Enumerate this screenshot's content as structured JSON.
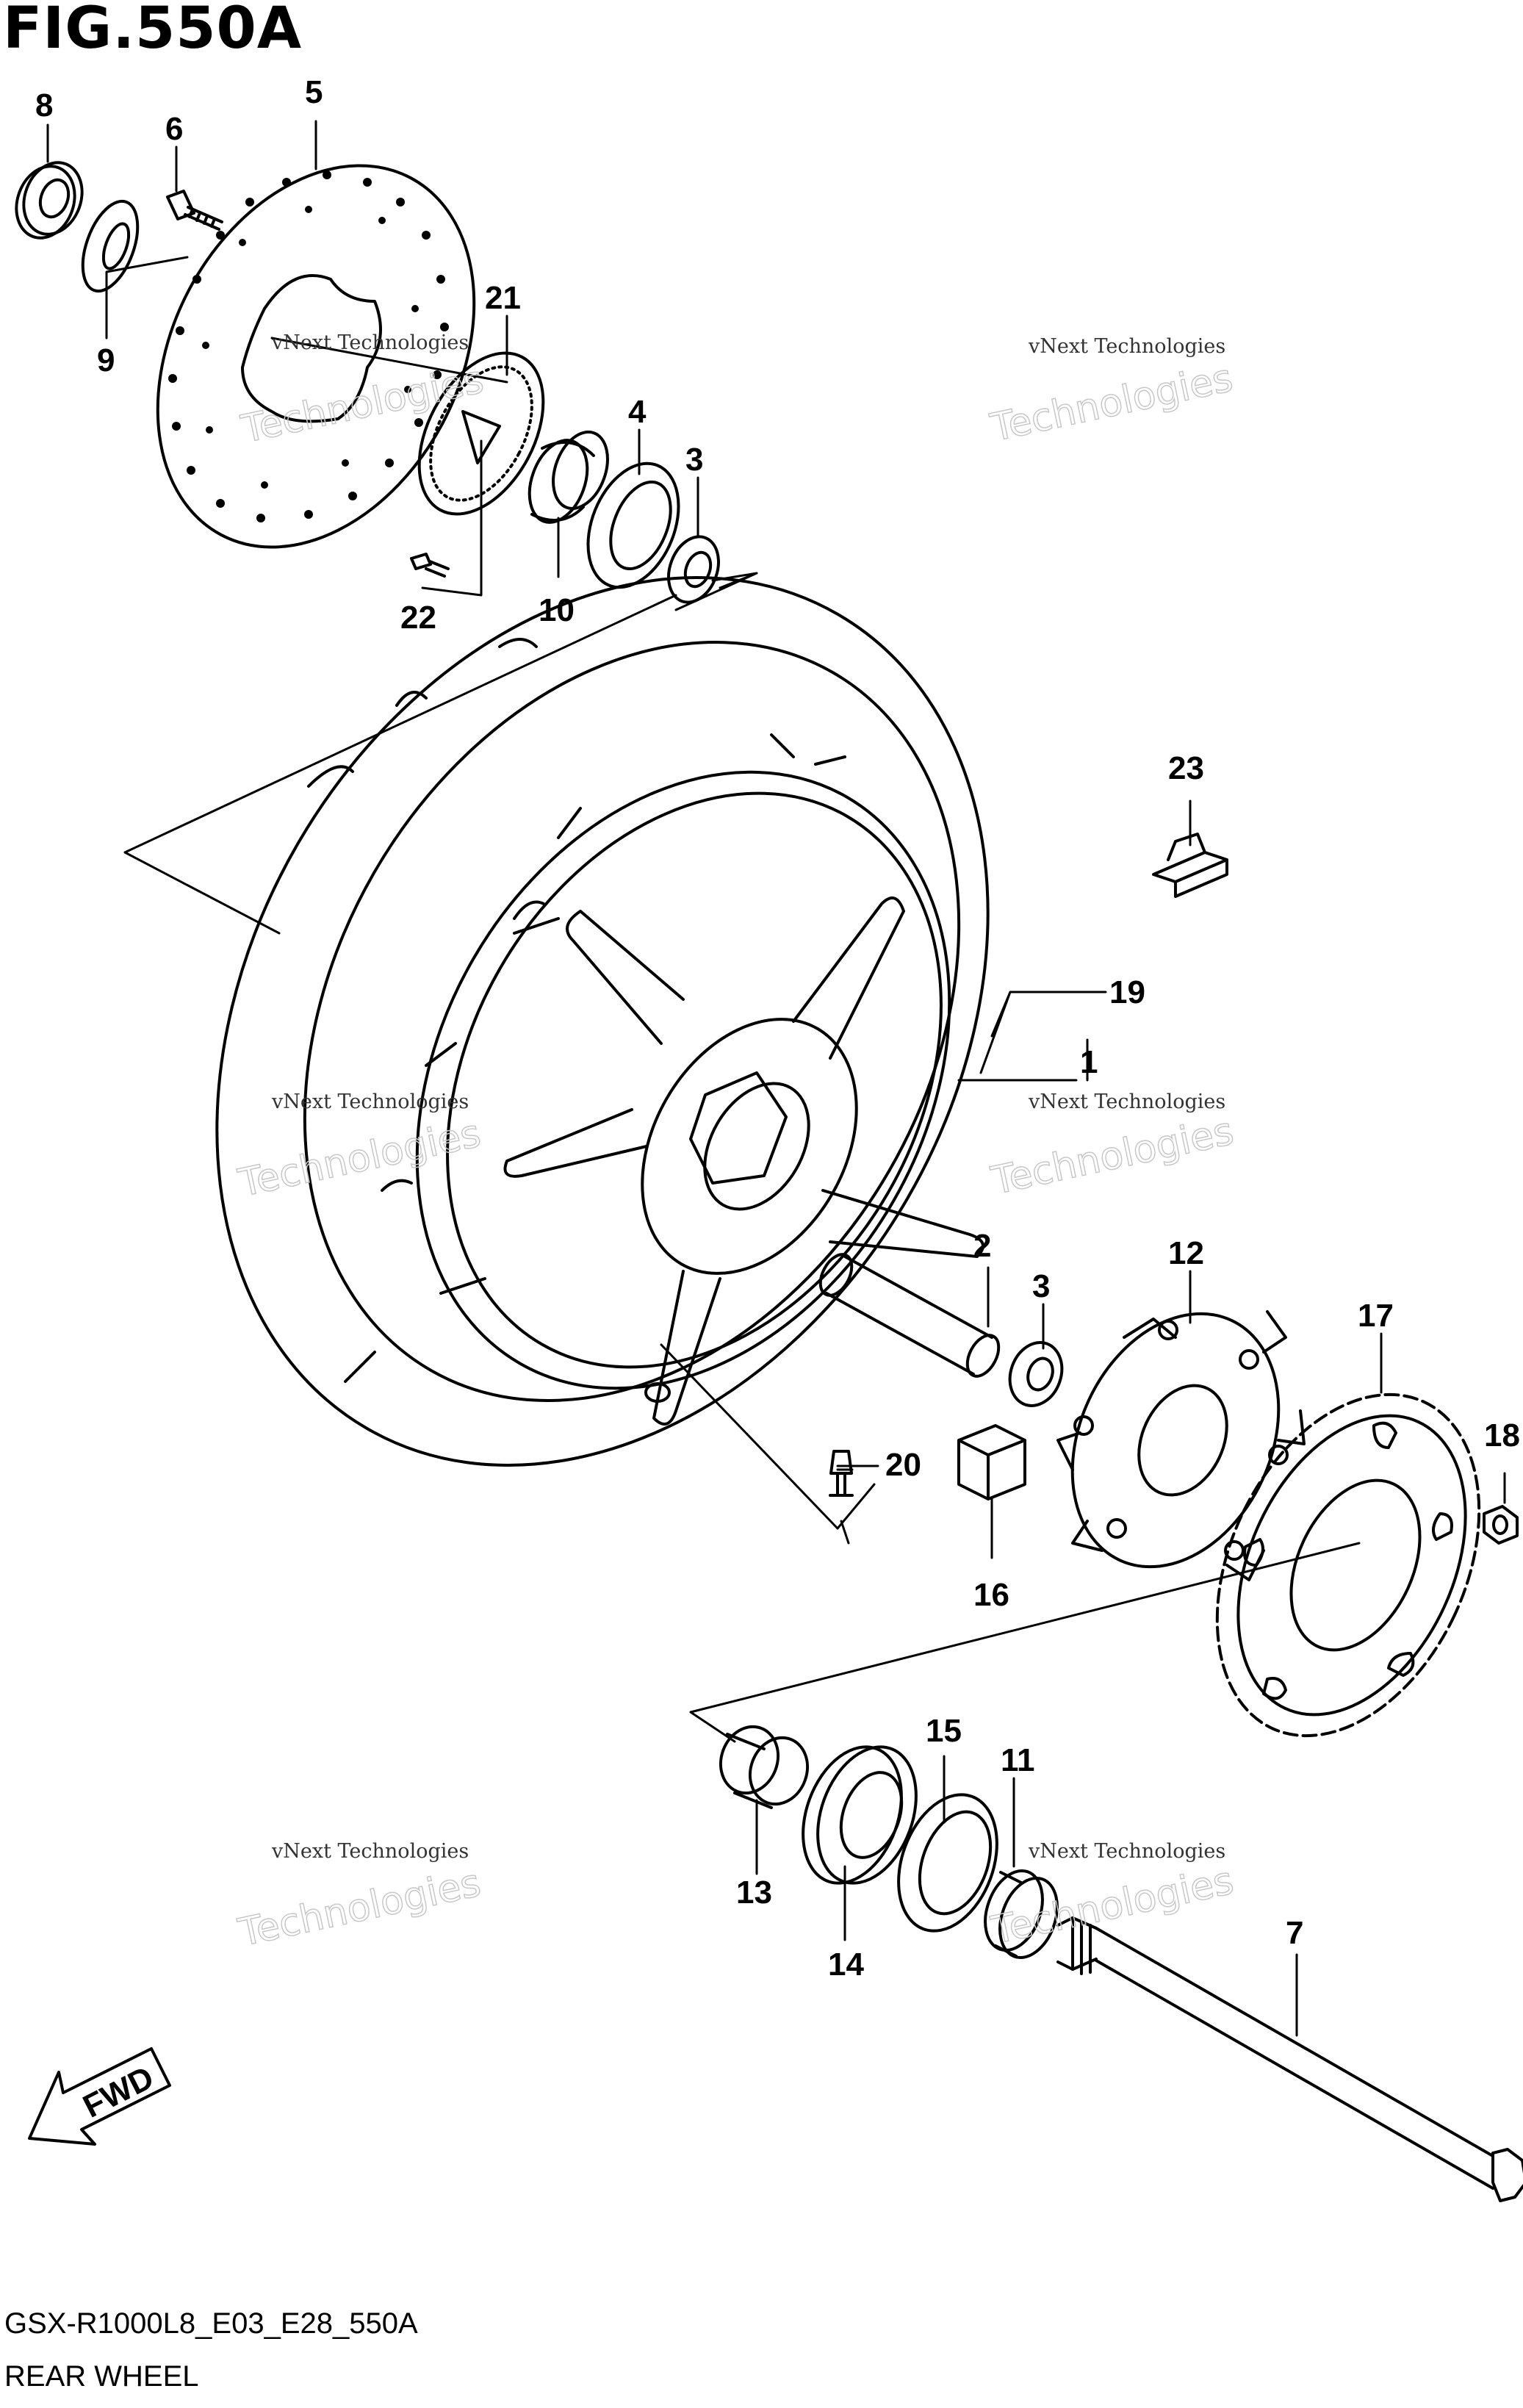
{
  "figure": {
    "title": "FIG.550A",
    "model_code": "GSX-R1000L8_E03_E28_550A",
    "caption": "REAR WHEEL"
  },
  "direction_indicator": {
    "label": "FWD"
  },
  "watermarks": [
    {
      "small": "vNext Technologies",
      "big": "Technologies"
    },
    {
      "small": "vNext Technologies",
      "big": "Technologies"
    },
    {
      "small": "vNext Technologies",
      "big": "Technologies"
    },
    {
      "small": "vNext Technologies",
      "big": "Technologies"
    },
    {
      "small": "vNext Technologies",
      "big": "Technologies"
    },
    {
      "small": "vNext Technologies",
      "big": "Technologies"
    }
  ],
  "callouts": {
    "c1": "1",
    "c2": "2",
    "c3a": "3",
    "c3b": "3",
    "c4": "4",
    "c5": "5",
    "c6": "6",
    "c7": "7",
    "c8": "8",
    "c9": "9",
    "c10": "10",
    "c11": "11",
    "c12": "12",
    "c13": "13",
    "c14": "14",
    "c15": "15",
    "c16": "16",
    "c17": "17",
    "c18": "18",
    "c19": "19",
    "c20": "20",
    "c21": "21",
    "c22": "22",
    "c23": "23"
  },
  "colors": {
    "line": "#000000",
    "background": "#ffffff",
    "watermark": "#c8c8c8"
  }
}
